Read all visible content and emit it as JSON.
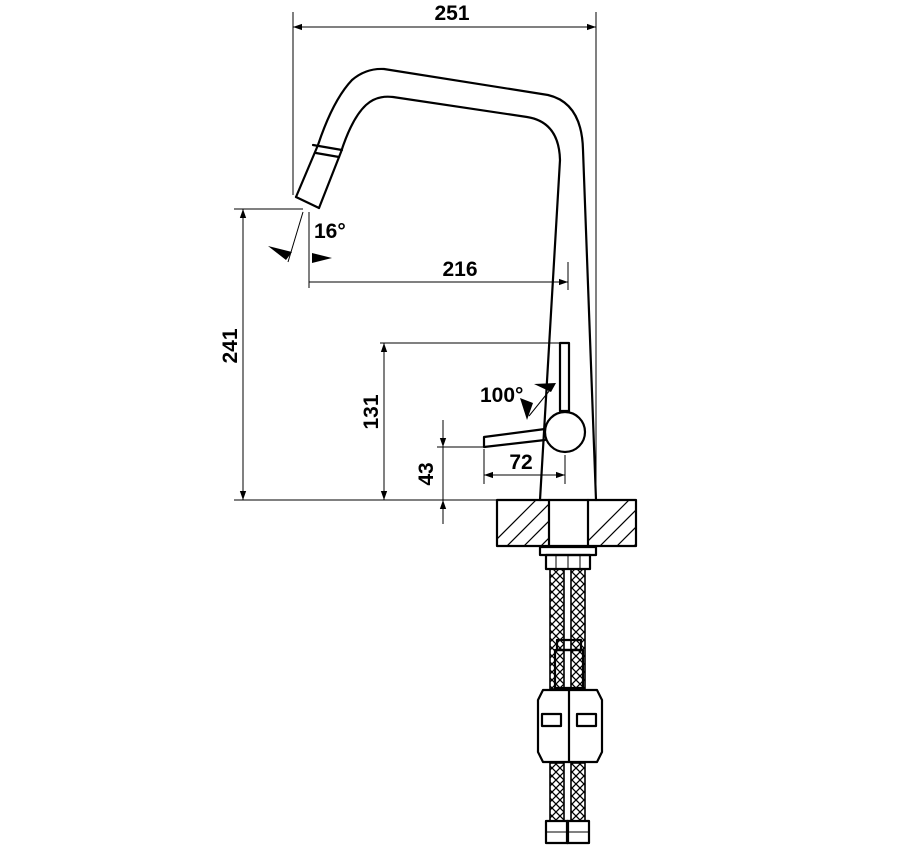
{
  "dimensions": {
    "overall_width": "251",
    "spout_angle": "16°",
    "spout_reach": "216",
    "total_height": "241",
    "lever_height": "131",
    "lever_angle": "100°",
    "lever_reach": "72",
    "lever_base_height": "43"
  }
}
